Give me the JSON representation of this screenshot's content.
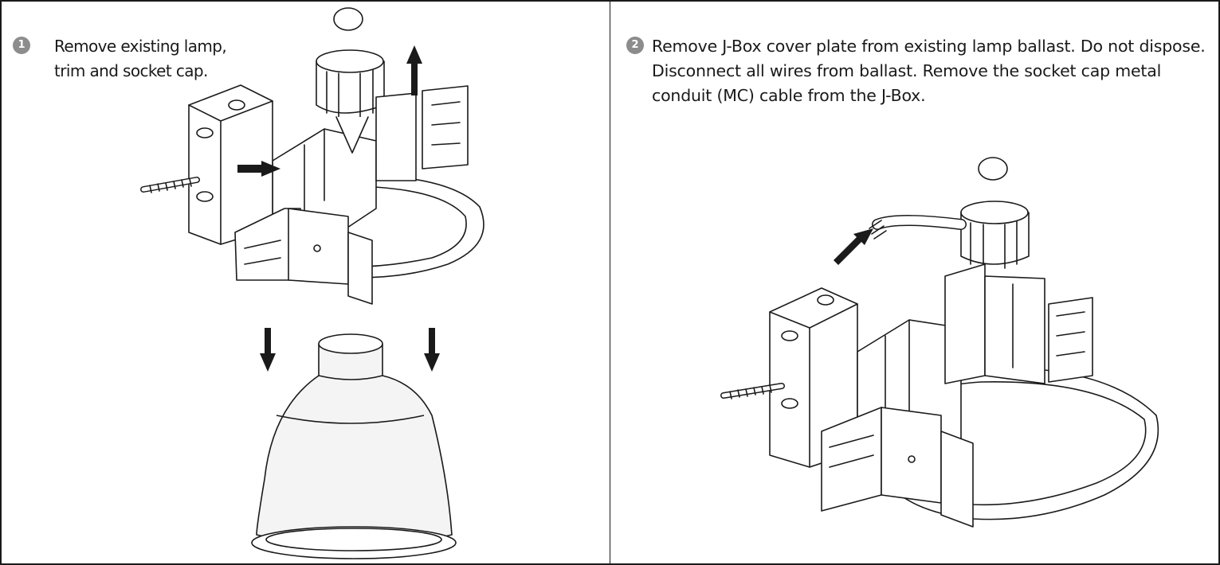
{
  "steps": [
    {
      "number": "1",
      "text": "Remove existing lamp, trim and socket cap."
    },
    {
      "number": "2",
      "text": "Remove J-Box cover plate from existing lamp ballast. Do not dispose. Disconnect all wires from ballast. Remove the socket cap metal conduit (MC) cable from the J-Box."
    }
  ],
  "colors": {
    "badge": "#8c8c8c",
    "line": "#1a1a1a",
    "reflector_fill": "#f4f4f4"
  }
}
